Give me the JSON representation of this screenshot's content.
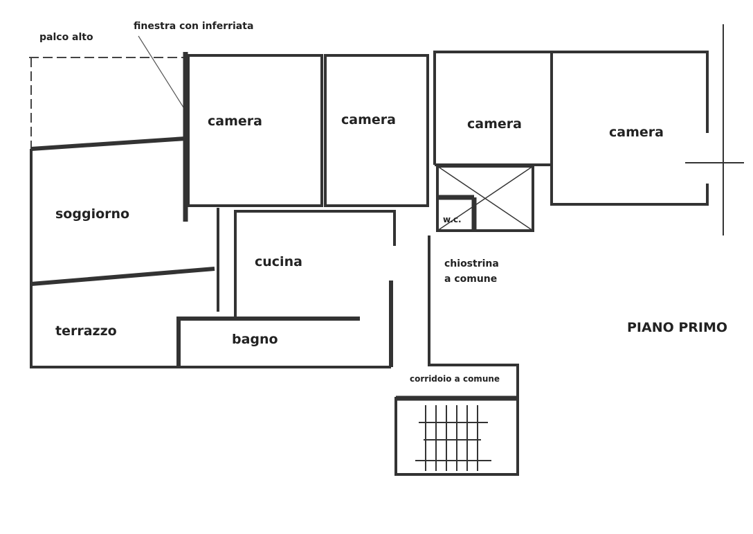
{
  "plan": {
    "title": "PIANO PRIMO",
    "annotations": {
      "palco_alto": "palco alto",
      "finestra": "finestra con inferriata",
      "wc": "w.c.",
      "chiostrina_1": "chiostrina",
      "chiostrina_2": "a comune",
      "corridoio": "corridoio a comune"
    },
    "rooms": {
      "camera_1": "camera",
      "camera_2": "camera",
      "camera_3": "camera",
      "camera_4": "camera",
      "soggiorno": "soggiorno",
      "cucina": "cucina",
      "terrazzo": "terrazzo",
      "bagno": "bagno"
    },
    "colors": {
      "wall": "#333333",
      "background": "#ffffff"
    }
  }
}
